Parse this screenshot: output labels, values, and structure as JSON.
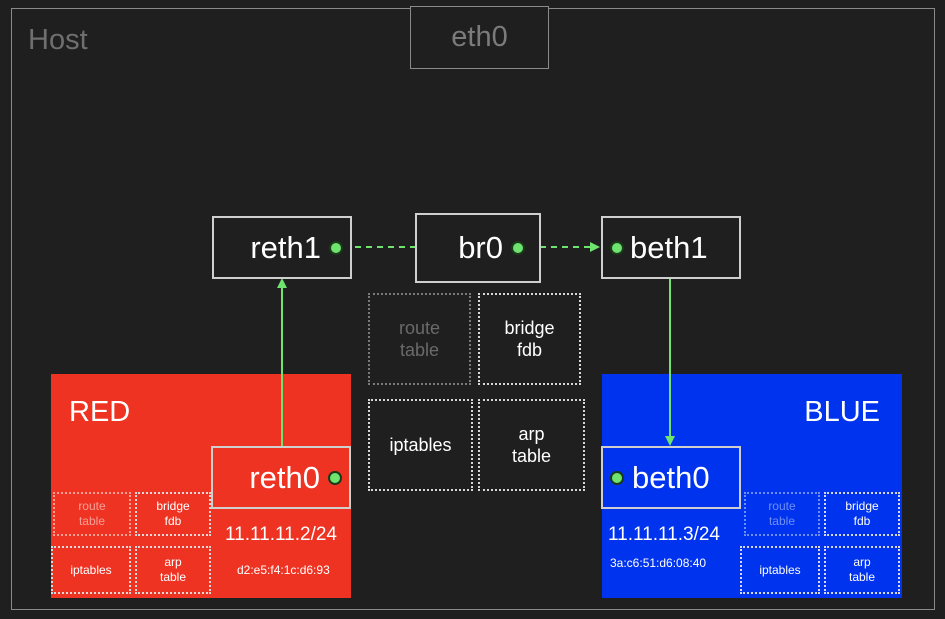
{
  "host": {
    "label": "Host"
  },
  "host_iface": {
    "label": "eth0"
  },
  "bridge": {
    "label": "br0"
  },
  "veth": {
    "reth1": "reth1",
    "beth1": "beth1"
  },
  "host_tables": {
    "route": "route\ntable",
    "bridge_fdb": "bridge\nfdb",
    "iptables": "iptables",
    "arp": "arp\ntable"
  },
  "red": {
    "name": "RED",
    "iface": "reth0",
    "ip": "11.11.11.2/24",
    "mac": "d2:e5:f4:1c:d6:93",
    "color": "#ee3322",
    "tables": {
      "route": "route\ntable",
      "bridge_fdb": "bridge\nfdb",
      "iptables": "iptables",
      "arp": "arp\ntable"
    }
  },
  "blue": {
    "name": "BLUE",
    "iface": "beth0",
    "ip": "11.11.11.3/24",
    "mac": "3a:c6:51:d6:08:40",
    "color": "#0033ee",
    "tables": {
      "route": "route\ntable",
      "bridge_fdb": "bridge\nfdb",
      "iptables": "iptables",
      "arp": "arp\ntable"
    }
  },
  "colors": {
    "link": "#6ee36e",
    "background": "#1f1f1f",
    "border": "#8a8a8a"
  }
}
